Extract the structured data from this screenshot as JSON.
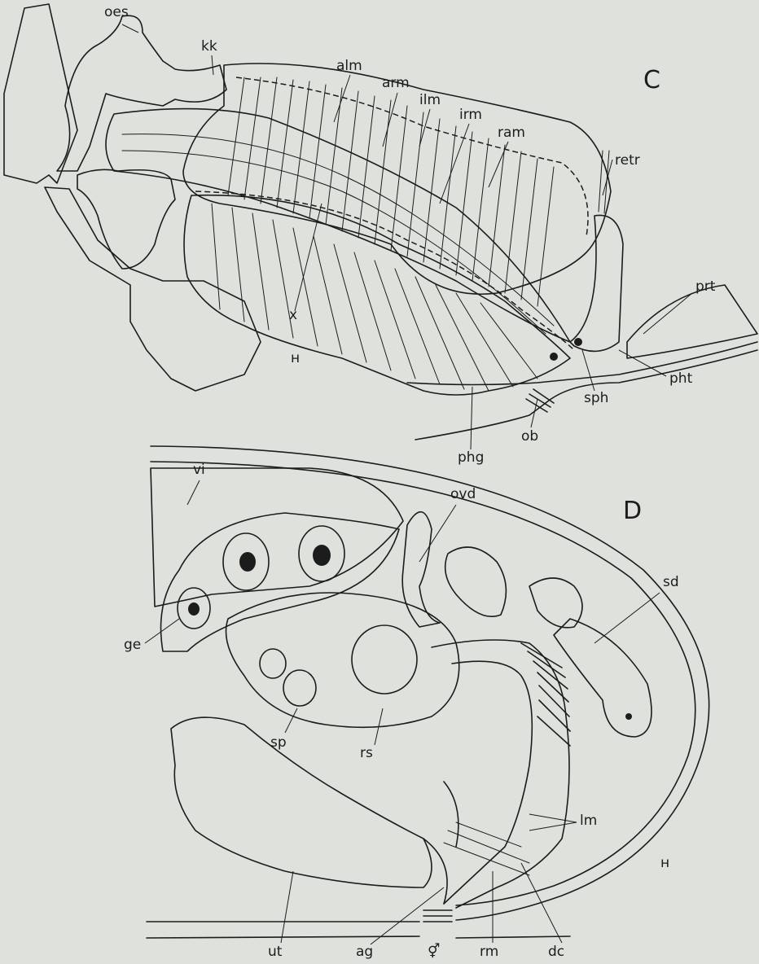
{
  "panels": {
    "C": {
      "panel_letter": "C",
      "labels": {
        "oes": "oes",
        "kk": "kk",
        "alm": "alm",
        "arm": "arm",
        "ilm": "ilm",
        "irm": "irm",
        "ram": "ram",
        "retr": "retr",
        "prt": "prt",
        "pht": "pht",
        "sph": "sph",
        "ob": "ob",
        "phg": "phg",
        "x": "x",
        "n": "н"
      }
    },
    "D": {
      "panel_letter": "D",
      "labels": {
        "vi": "vi",
        "ovd": "ovd",
        "sd": "sd",
        "ge": "ge",
        "sp": "sp",
        "rs": "rs",
        "lm": "lm",
        "n": "н",
        "ut": "ut",
        "ag": "ag",
        "gp": "⚥",
        "rm": "rm",
        "dc": "dc"
      }
    }
  }
}
